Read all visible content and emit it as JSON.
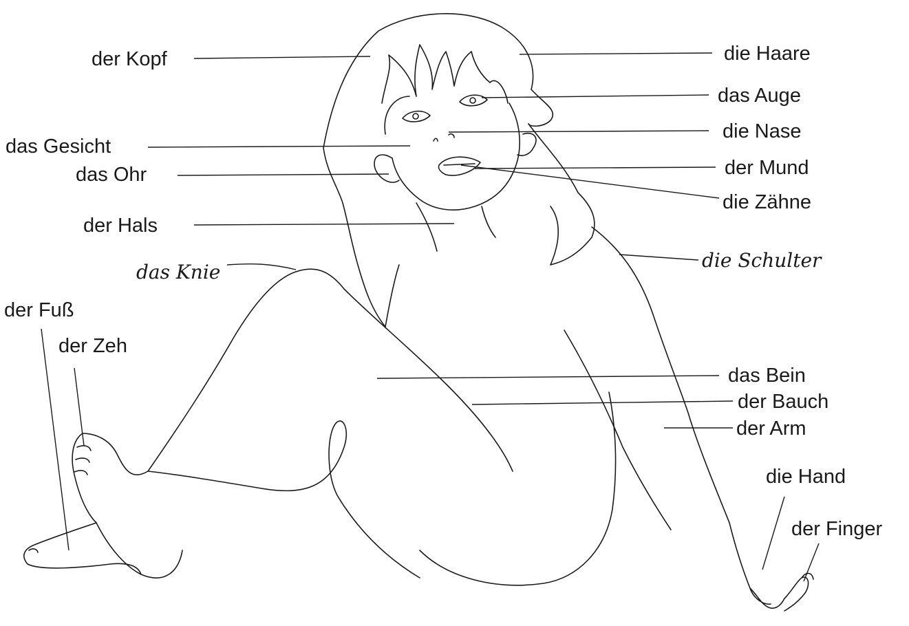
{
  "labels": {
    "kopf": "der Kopf",
    "haare": "die Haare",
    "auge": "das Auge",
    "gesicht": "das Gesicht",
    "nase": "die Nase",
    "ohr": "das Ohr",
    "mund": "der Mund",
    "zaehne": "die Zähne",
    "hals": "der Hals",
    "schulter": "die Schulter",
    "knie": "das Knie",
    "fuss": "der Fuß",
    "zeh": "der Zeh",
    "bein": "das Bein",
    "bauch": "der Bauch",
    "arm": "der Arm",
    "hand": "die Hand",
    "finger": "der Finger"
  }
}
